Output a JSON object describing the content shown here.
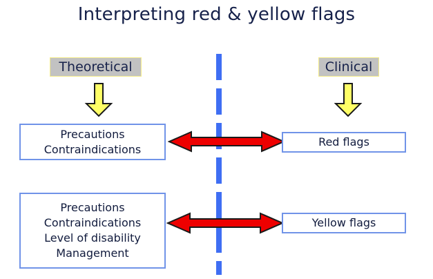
{
  "page": {
    "title": "Interpreting red & yellow flags",
    "background_color": "#ffffff",
    "title_color": "#16214a"
  },
  "columns": {
    "left": {
      "header_label": "Theoretical",
      "header_bg_color": "#c2c2c2",
      "header_border_color": "#f3eb8a",
      "arrow_icon": "down-arrow-icon",
      "arrow_color": "#ffff66"
    },
    "right": {
      "header_label": "Clinical",
      "header_bg_color": "#c2c2c2",
      "header_border_color": "#f3eb8a",
      "arrow_icon": "down-arrow-icon",
      "arrow_color": "#ffff66"
    }
  },
  "divider": {
    "icon": "vertical-dashed-line-icon",
    "color": "#3f6ef3",
    "dash_count": 7
  },
  "rows": [
    {
      "id": "red",
      "left_box": {
        "lines": [
          "Precautions",
          "Contraindications"
        ],
        "border_color": "#7093e8",
        "fill_color": "#ffffff",
        "text_color": "#111b3d"
      },
      "connector": {
        "icon": "double-headed-arrow-icon",
        "color": "#ee0000",
        "outline_color": "#1a1a1a"
      },
      "right_box": {
        "lines": [
          "Red flags"
        ],
        "border_color": "#7093e8",
        "fill_color": "#ffffff",
        "text_color": "#111b3d"
      }
    },
    {
      "id": "yellow",
      "left_box": {
        "lines": [
          "Precautions",
          "Contraindications",
          "Level of disability",
          "Management"
        ],
        "border_color": "#7093e8",
        "fill_color": "#ffffff",
        "text_color": "#111b3d"
      },
      "connector": {
        "icon": "double-headed-arrow-icon",
        "color": "#ee0000",
        "outline_color": "#1a1a1a"
      },
      "right_box": {
        "lines": [
          "Yellow flags"
        ],
        "border_color": "#7093e8",
        "fill_color": "#ffffff",
        "text_color": "#111b3d"
      }
    }
  ]
}
